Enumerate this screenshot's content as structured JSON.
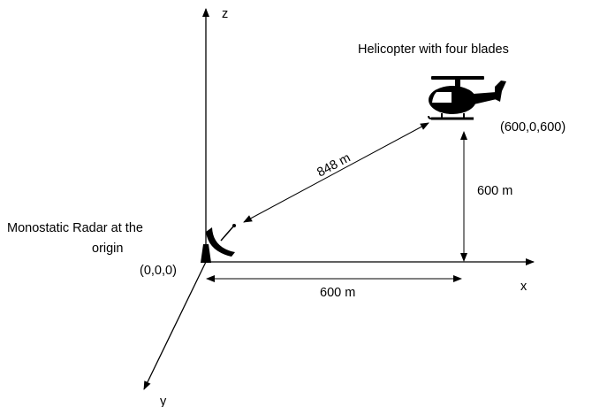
{
  "axes": {
    "z_label": "z",
    "x_label": "x",
    "y_label": "y"
  },
  "helicopter": {
    "title": "Helicopter with four blades",
    "coordinates": "(600,0,600)"
  },
  "radar": {
    "label_line1": "Monostatic Radar at the",
    "label_line2": "origin",
    "coordinates": "(0,0,0)"
  },
  "distances": {
    "slant_range": "848 m",
    "altitude": "600 m",
    "horizontal": "600 m"
  },
  "colors": {
    "ink": "#000000",
    "background": "#ffffff"
  },
  "icons": {
    "helicopter": "helicopter-icon",
    "radar": "radar-dish-icon"
  }
}
